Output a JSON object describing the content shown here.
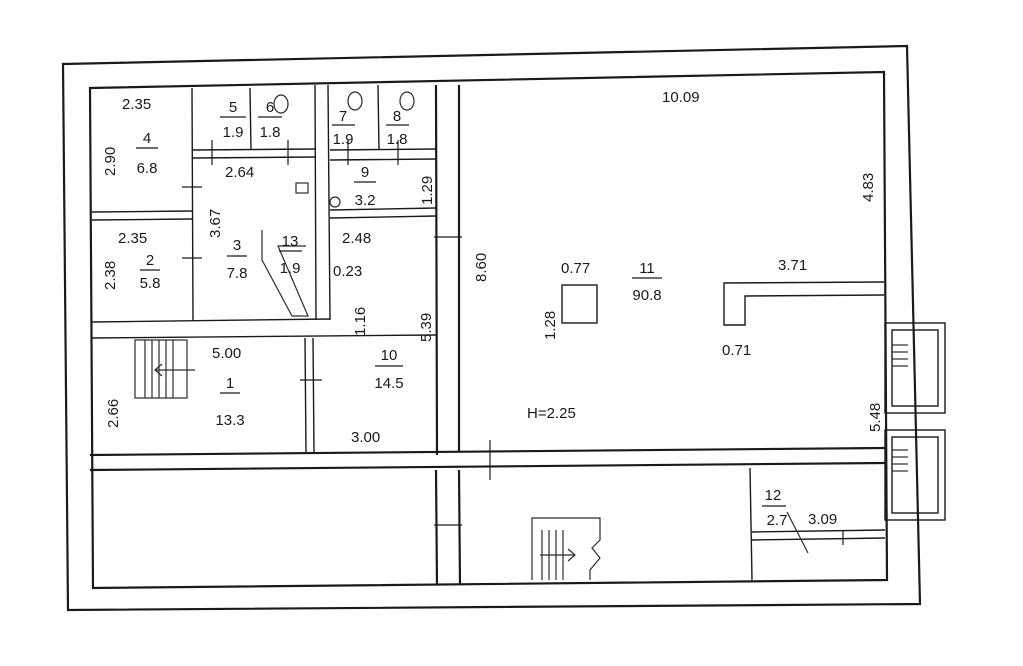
{
  "plan": {
    "height_note": "H=2.25",
    "rooms": [
      {
        "id": "r1",
        "number": "1",
        "area": "13.3"
      },
      {
        "id": "r2",
        "number": "2",
        "area": "5.8"
      },
      {
        "id": "r3",
        "number": "3",
        "area": "7.8"
      },
      {
        "id": "r4",
        "number": "4",
        "area": "6.8"
      },
      {
        "id": "r5",
        "number": "5",
        "area": "1.9"
      },
      {
        "id": "r6",
        "number": "6",
        "area": "1.8"
      },
      {
        "id": "r7",
        "number": "7",
        "area": "1.9"
      },
      {
        "id": "r8",
        "number": "8",
        "area": "1.8"
      },
      {
        "id": "r9",
        "number": "9",
        "area": "3.2"
      },
      {
        "id": "r10",
        "number": "10",
        "area": "14.5"
      },
      {
        "id": "r11",
        "number": "11",
        "area": "90.8"
      },
      {
        "id": "r12",
        "number": "12",
        "area": "2.7"
      },
      {
        "id": "r13",
        "number": "13",
        "area": "1.9"
      }
    ],
    "dimensions": [
      "10.09",
      "4.83",
      "3.71",
      "0.71",
      "5.48",
      "3.09",
      "8.60",
      "0.77",
      "1.28",
      "2.35",
      "2.90",
      "2.64",
      "3.67",
      "1.29",
      "2.48",
      "0.23",
      "1.16",
      "5.39",
      "2.38",
      "5.00",
      "2.66",
      "3.00"
    ]
  }
}
